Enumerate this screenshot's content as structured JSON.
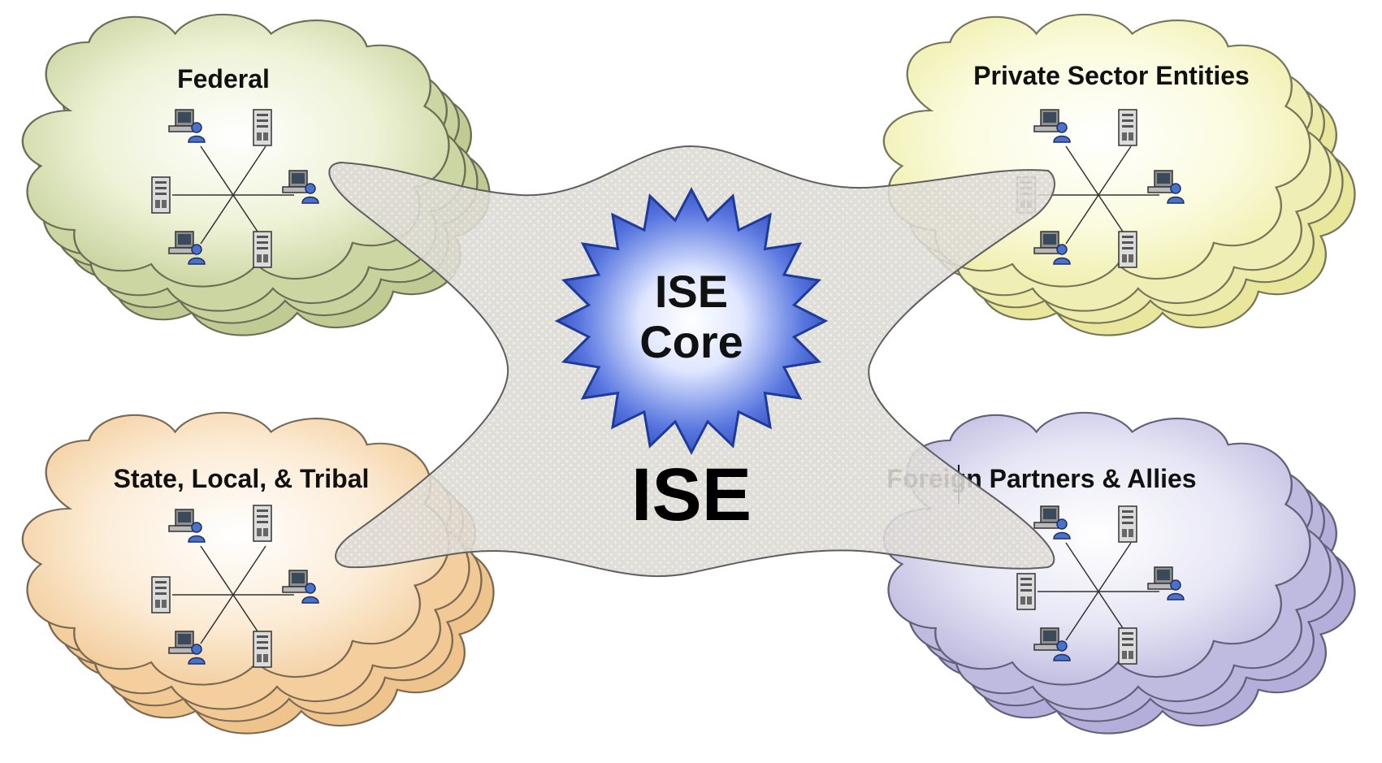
{
  "title": "",
  "colors": {
    "federal": "#cfd9a6",
    "state_local_tribal": "#f6d4a6",
    "private_sector": "#f3f2b6",
    "foreign_partners": "#c6c3e4",
    "starburst": "#3d5cd1",
    "band": "#d9d6d1"
  },
  "clouds": {
    "federal": {
      "label": "Federal"
    },
    "private_sector": {
      "label": "Private Sector Entities"
    },
    "state_local_tribal": {
      "label": "State, Local, & Tribal"
    },
    "foreign_partners": {
      "label": "Foreign Partners & Allies"
    }
  },
  "core": {
    "line1": "ISE",
    "line2": "Core"
  },
  "center_label": "ISE",
  "node_icons": [
    "computer-user-icon",
    "server-icon"
  ]
}
